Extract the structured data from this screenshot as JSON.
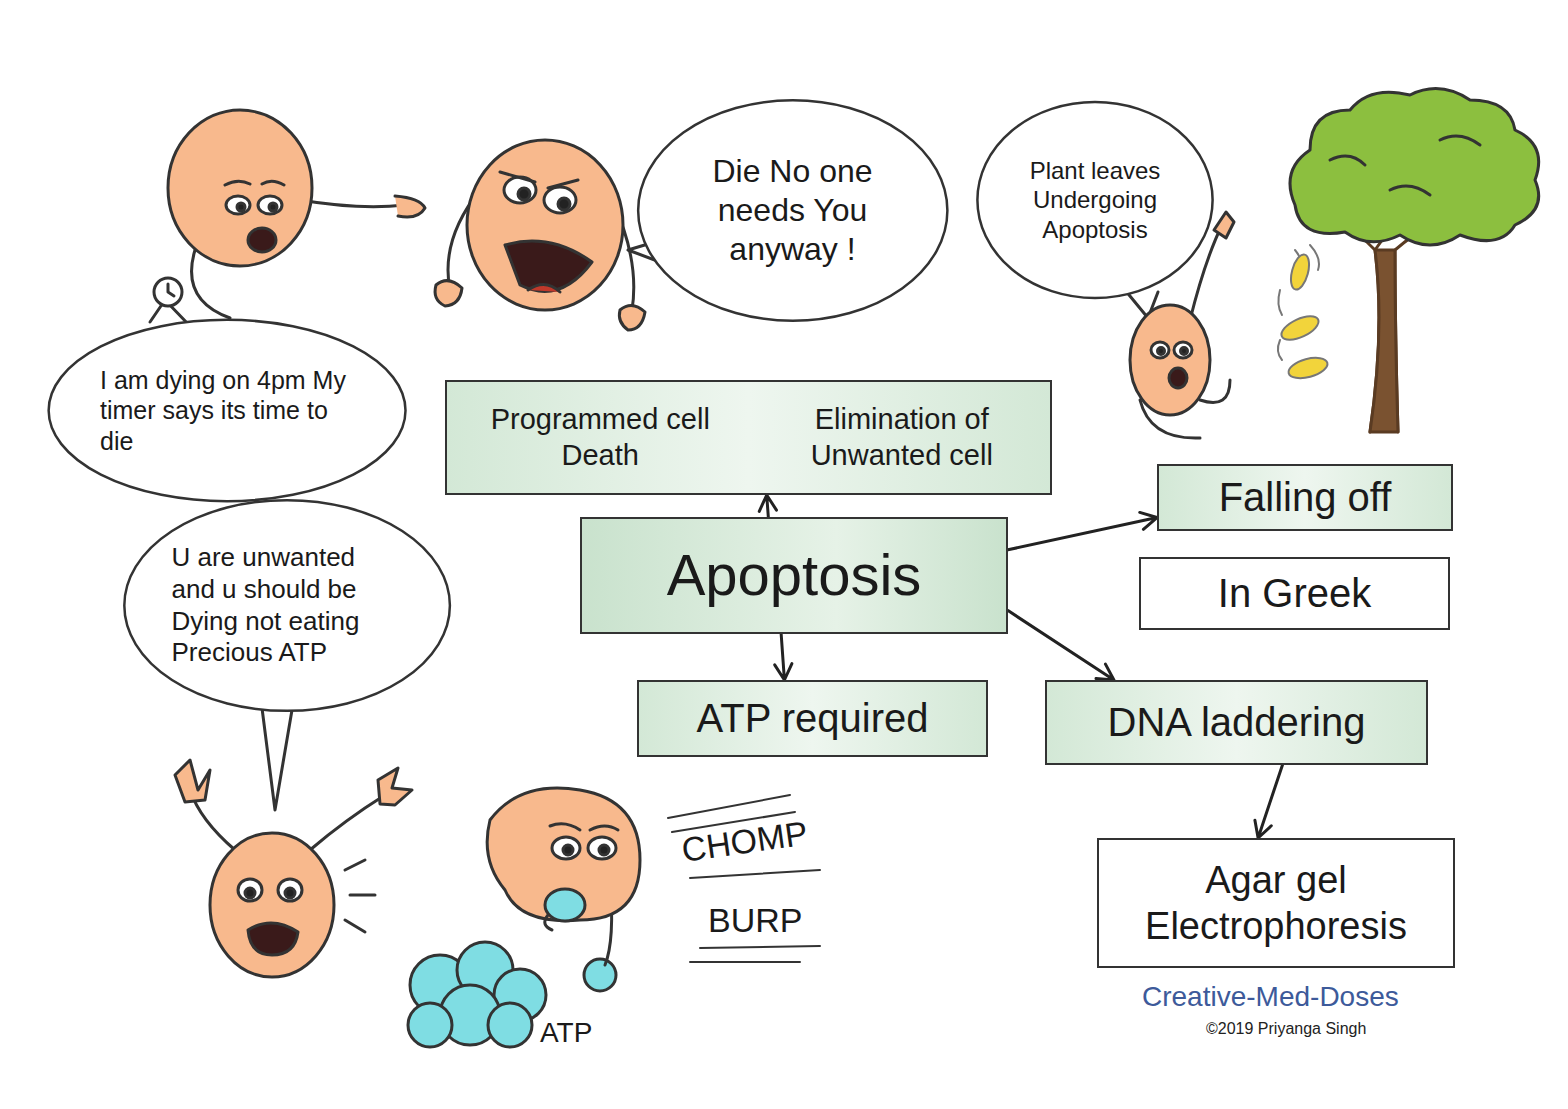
{
  "diagram": {
    "nodes": [
      {
        "text": [
          "Die No one needs You anyway !"
        ]
      },
      {
        "text": [
          "Plant leaves Undergoing Apoptosis"
        ]
      },
      {
        "text": [
          "I am dying on 4pm My timer says its time to die"
        ]
      },
      {
        "text": [
          "Programmed cell Death",
          "Elimination of Unwanted cell"
        ]
      },
      {
        "text": [
          "Apoptosis"
        ]
      },
      {
        "text": [
          "Falling off"
        ]
      },
      {
        "text": [
          "In Greek"
        ]
      },
      {
        "text": [
          "U are unwanted and u should be Dying not eating Precious ATP"
        ]
      },
      {
        "text": [
          "ATP required"
        ]
      },
      {
        "text": [
          "DNA laddering"
        ]
      },
      {
        "text": [
          "Agar gel Electrophoresis"
        ]
      }
    ],
    "edges": [
      {
        "from": 4,
        "to": 3,
        "arrow": "to"
      },
      {
        "from": 4,
        "to": 5,
        "arrow": "to"
      },
      {
        "from": 4,
        "to": 8,
        "arrow": "to"
      },
      {
        "from": 4,
        "to": 9,
        "arrow": "to"
      },
      {
        "from": 9,
        "to": 10,
        "arrow": "to"
      }
    ],
    "labels": [
      "CHOMP",
      "BURP",
      "ATP",
      "Creative-Med-Doses",
      "©2019 Priyanga Singh"
    ]
  }
}
